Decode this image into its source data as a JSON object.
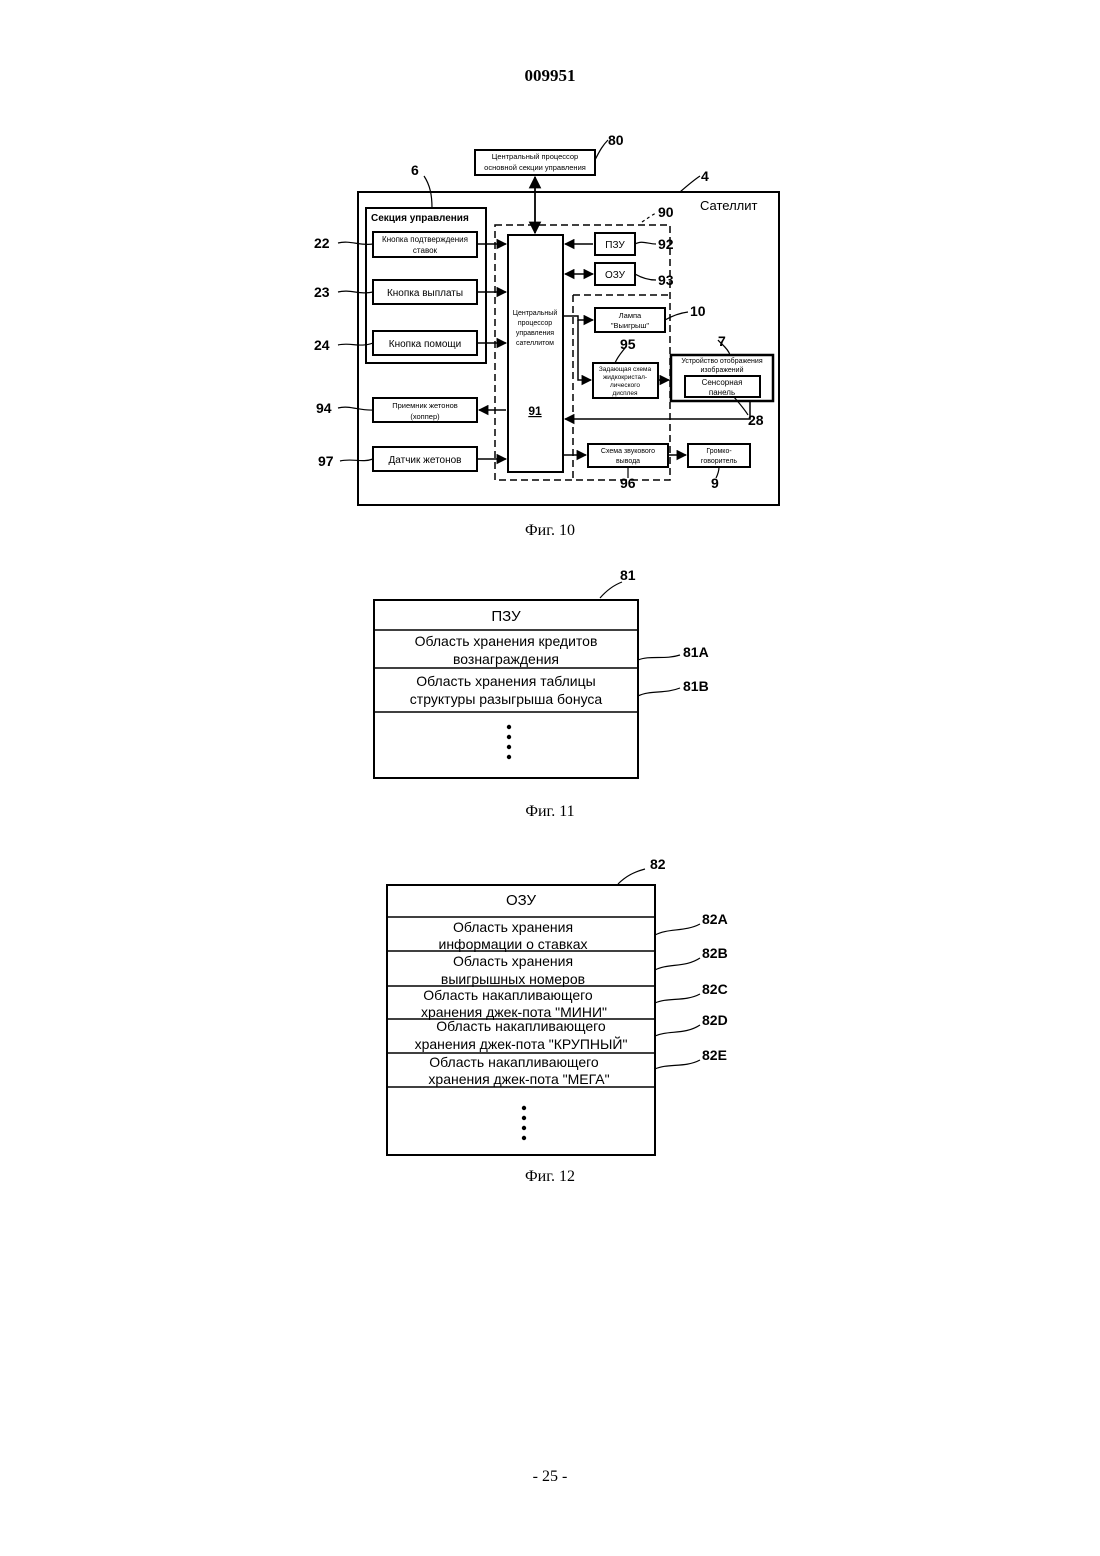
{
  "header": {
    "doc_number": "009951"
  },
  "footer": {
    "page_number": "- 25 -"
  },
  "fig10": {
    "caption": "Фиг. 10",
    "labels": {
      "n80": "80",
      "n4": "4",
      "n6": "6",
      "n90": "90",
      "n92": "92",
      "n93": "93",
      "n10": "10",
      "n7": "7",
      "n95": "95",
      "n28": "28",
      "n22": "22",
      "n23": "23",
      "n24": "24",
      "n94": "94",
      "n97": "97",
      "n96": "96",
      "n9": "9",
      "n91": "91"
    },
    "main_cpu": [
      "Центральный процессор",
      "основной секции управления"
    ],
    "satellite": "Сателлит",
    "control_section": "Секция управления",
    "bet_confirm_button": [
      "Кнопка подтверждения",
      "ставок"
    ],
    "payout_button": "Кнопка выплаты",
    "help_button": "Кнопка помощи",
    "token_receiver": [
      "Приемник жетонов",
      "(хоппер)"
    ],
    "token_sensor": "Датчик жетонов",
    "sat_cpu": [
      "Центральный",
      "процессор",
      "управления",
      "сателлитом"
    ],
    "rom": "ПЗУ",
    "ram": "ОЗУ",
    "win_lamp": [
      "Лампа",
      "\"Выигрыш\""
    ],
    "lcd_driver": [
      "Задающая схема",
      "жидкокристал-",
      "лического",
      "дисплея"
    ],
    "image_display": [
      "Устройство отображения",
      "изображений"
    ],
    "touch_panel": [
      "Сенсорная",
      "панель"
    ],
    "sound_circuit": [
      "Схема звукового",
      "вывода"
    ],
    "speaker": [
      "Громко-",
      "говоритель"
    ]
  },
  "fig11": {
    "caption": "Фиг. 11",
    "ref": "81",
    "title": "ПЗУ",
    "rows": [
      {
        "text": [
          "Область хранения кредитов",
          "вознаграждения"
        ],
        "ref": "81A"
      },
      {
        "text": [
          "Область хранения таблицы",
          "структуры разыгрыша бонуса"
        ],
        "ref": "81B"
      }
    ]
  },
  "fig12": {
    "caption": "Фиг. 12",
    "ref": "82",
    "title": "ОЗУ",
    "rows": [
      {
        "text": [
          "Область хранения",
          "информации о ставках"
        ],
        "ref": "82A"
      },
      {
        "text": [
          "Область хранения",
          "выигрышных номеров"
        ],
        "ref": "82B"
      },
      {
        "text": [
          "Область накапливающего",
          "хранения джек-пота \"МИНИ\""
        ],
        "ref": "82C"
      },
      {
        "text": [
          "Область накапливающего",
          "хранения джек-пота \"КРУПНЫЙ\""
        ],
        "ref": "82D"
      },
      {
        "text": [
          "Область накапливающего",
          "хранения джек-пота \"МЕГА\""
        ],
        "ref": "82E"
      }
    ]
  }
}
